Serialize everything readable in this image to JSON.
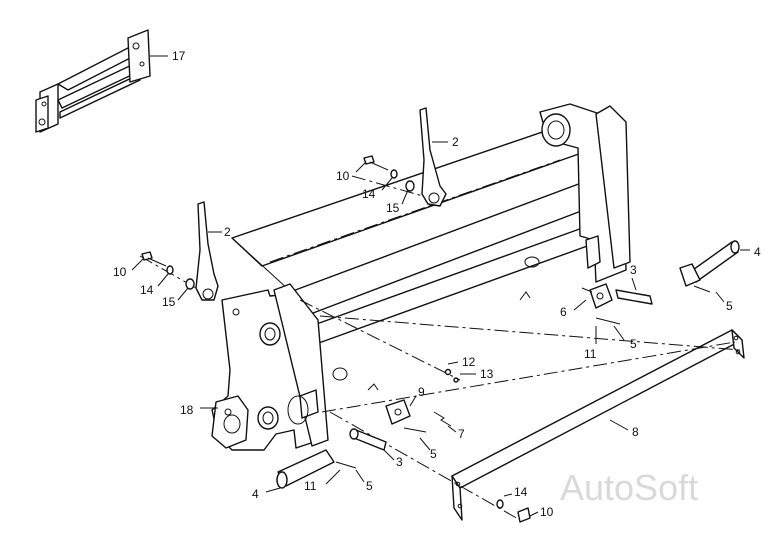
{
  "callouts": {
    "c17": "17",
    "c2a": "2",
    "c2b": "2",
    "c10a": "10",
    "c14a": "14",
    "c15a": "15",
    "c10b": "10",
    "c14b": "14",
    "c15b": "15",
    "c4a": "4",
    "c3a": "3",
    "c5a": "5",
    "c6": "6",
    "c11a": "11",
    "c5b": "5",
    "c12": "12",
    "c13": "13",
    "c9": "9",
    "c7": "7",
    "c5c": "5",
    "c8": "8",
    "c18": "18",
    "c3b": "3",
    "c4b": "4",
    "c11b": "11",
    "c5d": "5",
    "c14c": "14",
    "c10c": "10"
  },
  "watermark": "AutoSoft"
}
